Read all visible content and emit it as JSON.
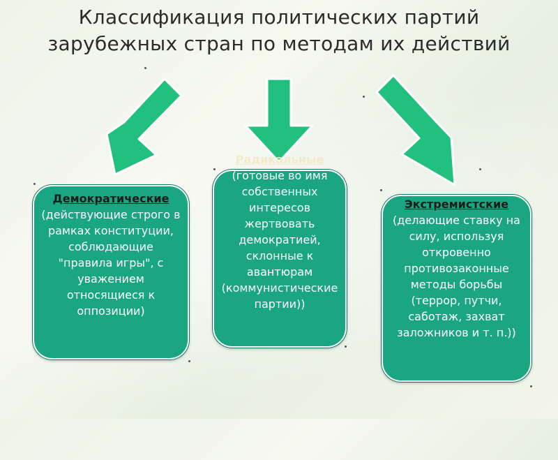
{
  "title": "Классификация политических партий зарубежных стран по методам их действий",
  "colors": {
    "box": "#1aa680",
    "arrow": "#22c07f",
    "arrow_border": "#ffffff"
  },
  "boxes": {
    "left": {
      "heading": "Демократические",
      "text": "(действующие строго в рамках конституции, соблюдающие \"правила игры\", с уважением относящиеся к оппозиции)"
    },
    "middle": {
      "heading": "Радикальные",
      "text": "(готовые во имя собственных интересов жертвовать демократией, склонные к авантюрам (коммунистические партии))"
    },
    "right": {
      "heading": "Экстремистские",
      "text": "(делающие ставку на силу, используя откровенно противозаконные методы борьбы (террор, путчи, саботаж, захват заложников и т. п.))"
    }
  }
}
